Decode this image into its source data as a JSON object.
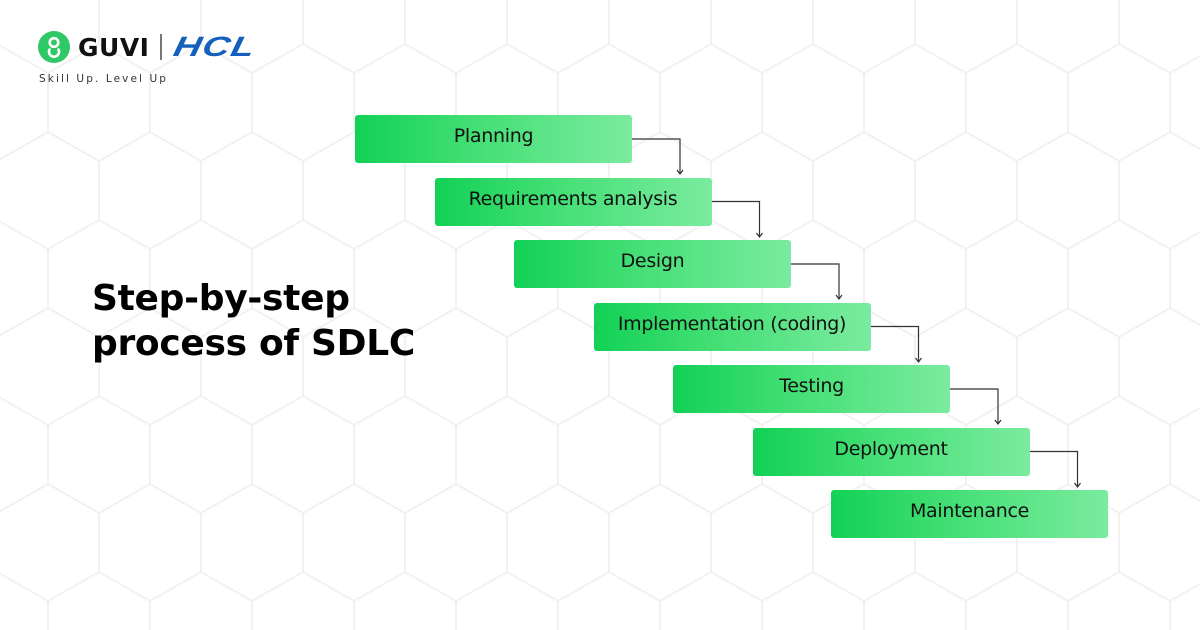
{
  "brand": {
    "name": "GUVI",
    "partner": "HCL",
    "tagline": "Skill Up. Level Up",
    "colors": {
      "guvi_green": "#2ec866",
      "hcl_blue": "#1560bd"
    }
  },
  "title": {
    "line1": "Step-by-step",
    "line2": "process of SDLC"
  },
  "diagram": {
    "type": "waterfall-staircase",
    "steps": [
      {
        "label": "Planning"
      },
      {
        "label": "Requirements analysis"
      },
      {
        "label": "Design"
      },
      {
        "label": "Implementation (coding)"
      },
      {
        "label": "Testing"
      },
      {
        "label": "Deployment"
      },
      {
        "label": "Maintenance"
      }
    ],
    "colors": {
      "gradient_start": "#12d156",
      "gradient_end": "#7beb9f",
      "connector": "#333333"
    }
  }
}
